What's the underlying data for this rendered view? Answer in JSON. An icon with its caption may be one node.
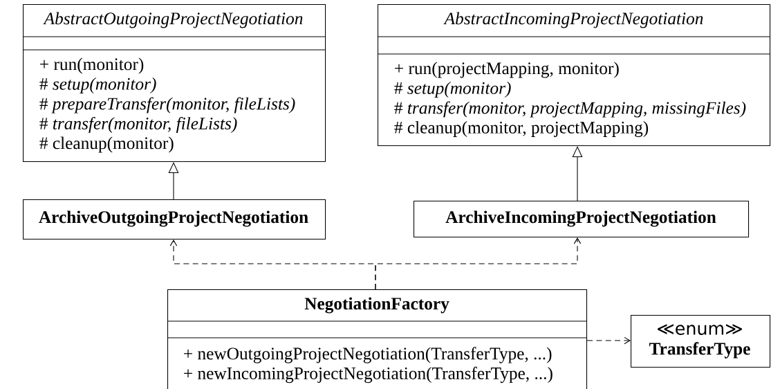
{
  "diagram": {
    "nodes": [
      {
        "text": [
          "AbstractOutgoingProjectNegotiation",
          "+ run(monitor)",
          "# *setup(monitor)*",
          "# *prepareTransfer(monitor, fileLists)*",
          "# *transfer(monitor, fileLists)*",
          "# cleanup(monitor)"
        ]
      },
      {
        "text": [
          "AbstractIncomingProjectNegotiation",
          "+ run(projectMapping, monitor)",
          "# *setup(monitor)*",
          "# *transfer(monitor, projectMapping, missingFiles)*",
          "# cleanup(monitor, projectMapping)"
        ]
      },
      {
        "text": [
          "ArchiveOutgoingProjectNegotiation"
        ]
      },
      {
        "text": [
          "ArchiveIncomingProjectNegotiation"
        ]
      },
      {
        "text": [
          "NegotiationFactory",
          "+ newOutgoingProjectNegotiation(TransferType, ...)",
          "+ newIncomingProjectNegotiation(TransferType, ...)"
        ]
      },
      {
        "text": [
          "≪enum≫",
          "TransferType"
        ]
      }
    ],
    "edges": [
      {
        "from": 2,
        "to": 0,
        "arrow": "to"
      },
      {
        "from": 3,
        "to": 1,
        "arrow": "to"
      },
      {
        "from": 4,
        "to": 2,
        "arrow": "to",
        "style": "dashed"
      },
      {
        "from": 4,
        "to": 3,
        "arrow": "to",
        "style": "dashed"
      },
      {
        "from": 4,
        "to": 5,
        "arrow": "to",
        "style": "dashed"
      }
    ]
  }
}
